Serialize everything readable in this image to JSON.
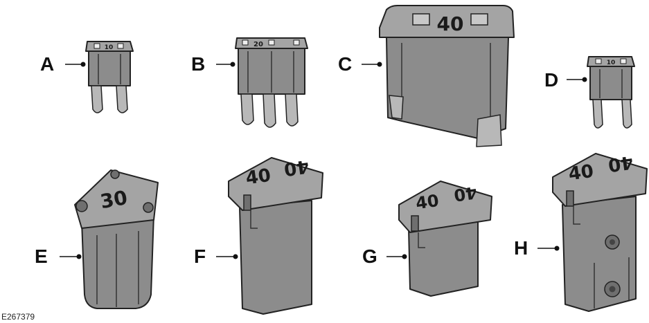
{
  "figure_id": "E267379",
  "fuses": [
    {
      "key": "A",
      "label": "A",
      "rating": "10",
      "kind": "micro2"
    },
    {
      "key": "B",
      "label": "B",
      "rating": "20",
      "kind": "micro3"
    },
    {
      "key": "C",
      "label": "C",
      "rating": "40",
      "kind": "jcase-maxi"
    },
    {
      "key": "D",
      "label": "D",
      "rating": "10",
      "kind": "micro2"
    },
    {
      "key": "E",
      "label": "E",
      "rating": "30",
      "kind": "cartridge"
    },
    {
      "key": "F",
      "label": "F",
      "rating": "40",
      "kind": "cartridge"
    },
    {
      "key": "G",
      "label": "G",
      "rating": "40",
      "kind": "cartridge"
    },
    {
      "key": "H",
      "label": "H",
      "rating": "40",
      "kind": "cartridge"
    }
  ]
}
